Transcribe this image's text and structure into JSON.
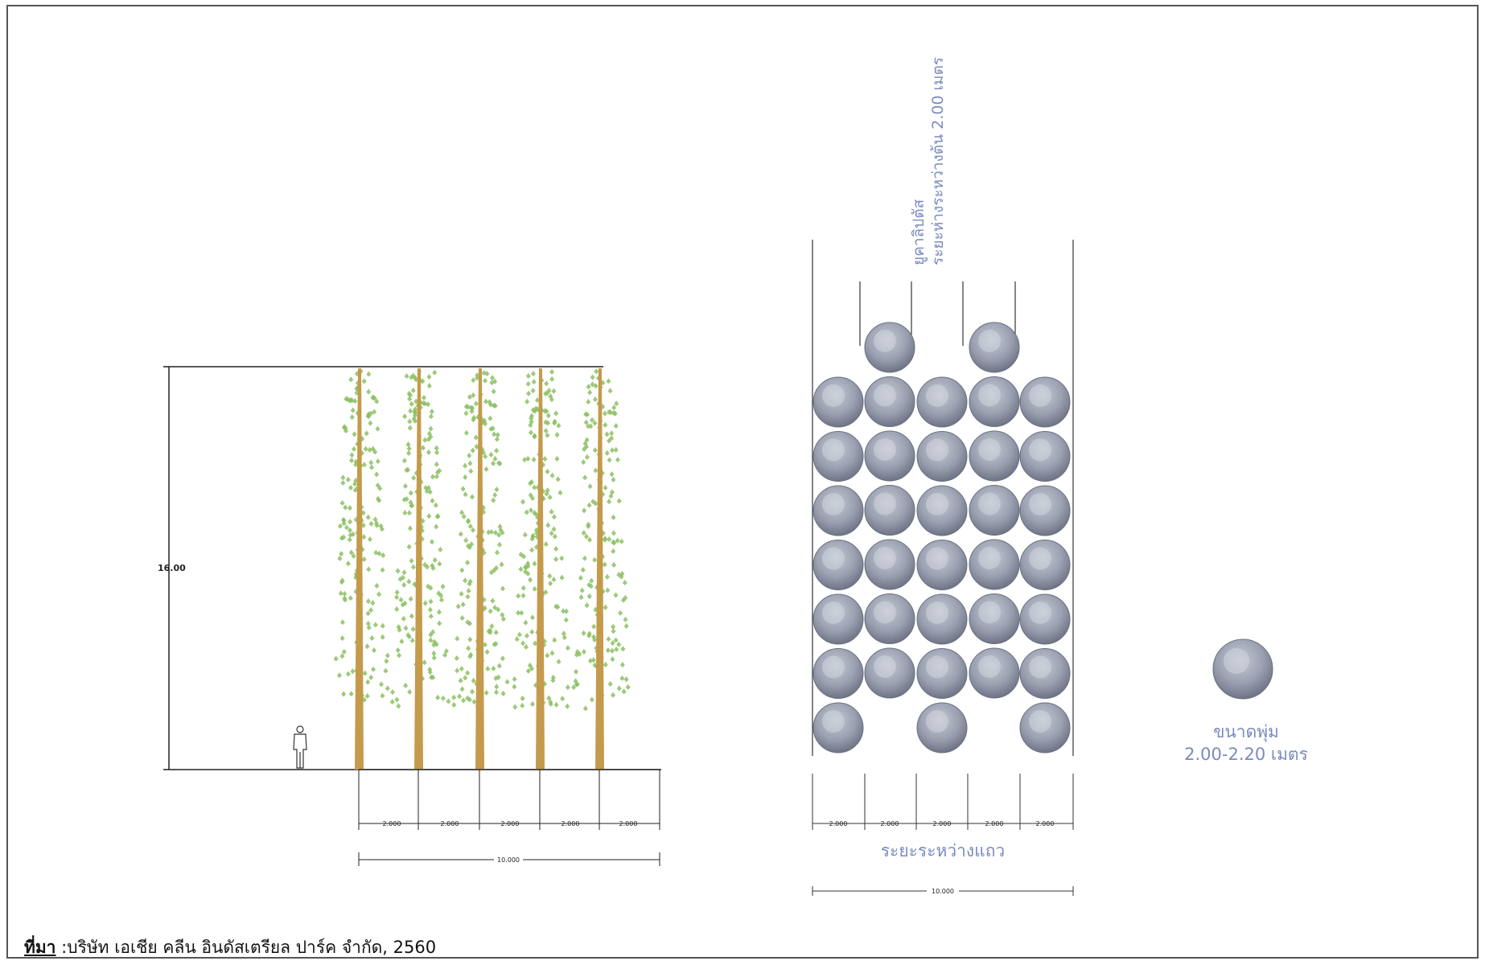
{
  "elevation": {
    "height_label": "16.00",
    "spacings": [
      "2.000",
      "2.000",
      "2.000",
      "2.000",
      "2.000"
    ],
    "total_label": "10.000"
  },
  "plan": {
    "title_lines": [
      "ยูคาลิปตัส",
      "ระยะห่างระหว่างต้น 2.00 เมตร"
    ],
    "spacings": [
      "2.000",
      "2.000",
      "2.000",
      "2.000",
      "2.000"
    ],
    "row_label": "ระยะระหว่างแถว",
    "total_label": "10.000"
  },
  "legend": {
    "line1": "ขนาดพุ่ม",
    "line2": "2.00-2.20 เมตร"
  },
  "source": {
    "label": "ที่มา",
    "text": " :บริษัท เอเชีย คลีน อินดัสเตรียล ปาร์ค จำกัด, 2560"
  },
  "colors": {
    "trunk": "#c49a4c",
    "leaf": "#8cc063",
    "canopy": "#9da3b3",
    "blue_text": "#7b8bbd"
  }
}
